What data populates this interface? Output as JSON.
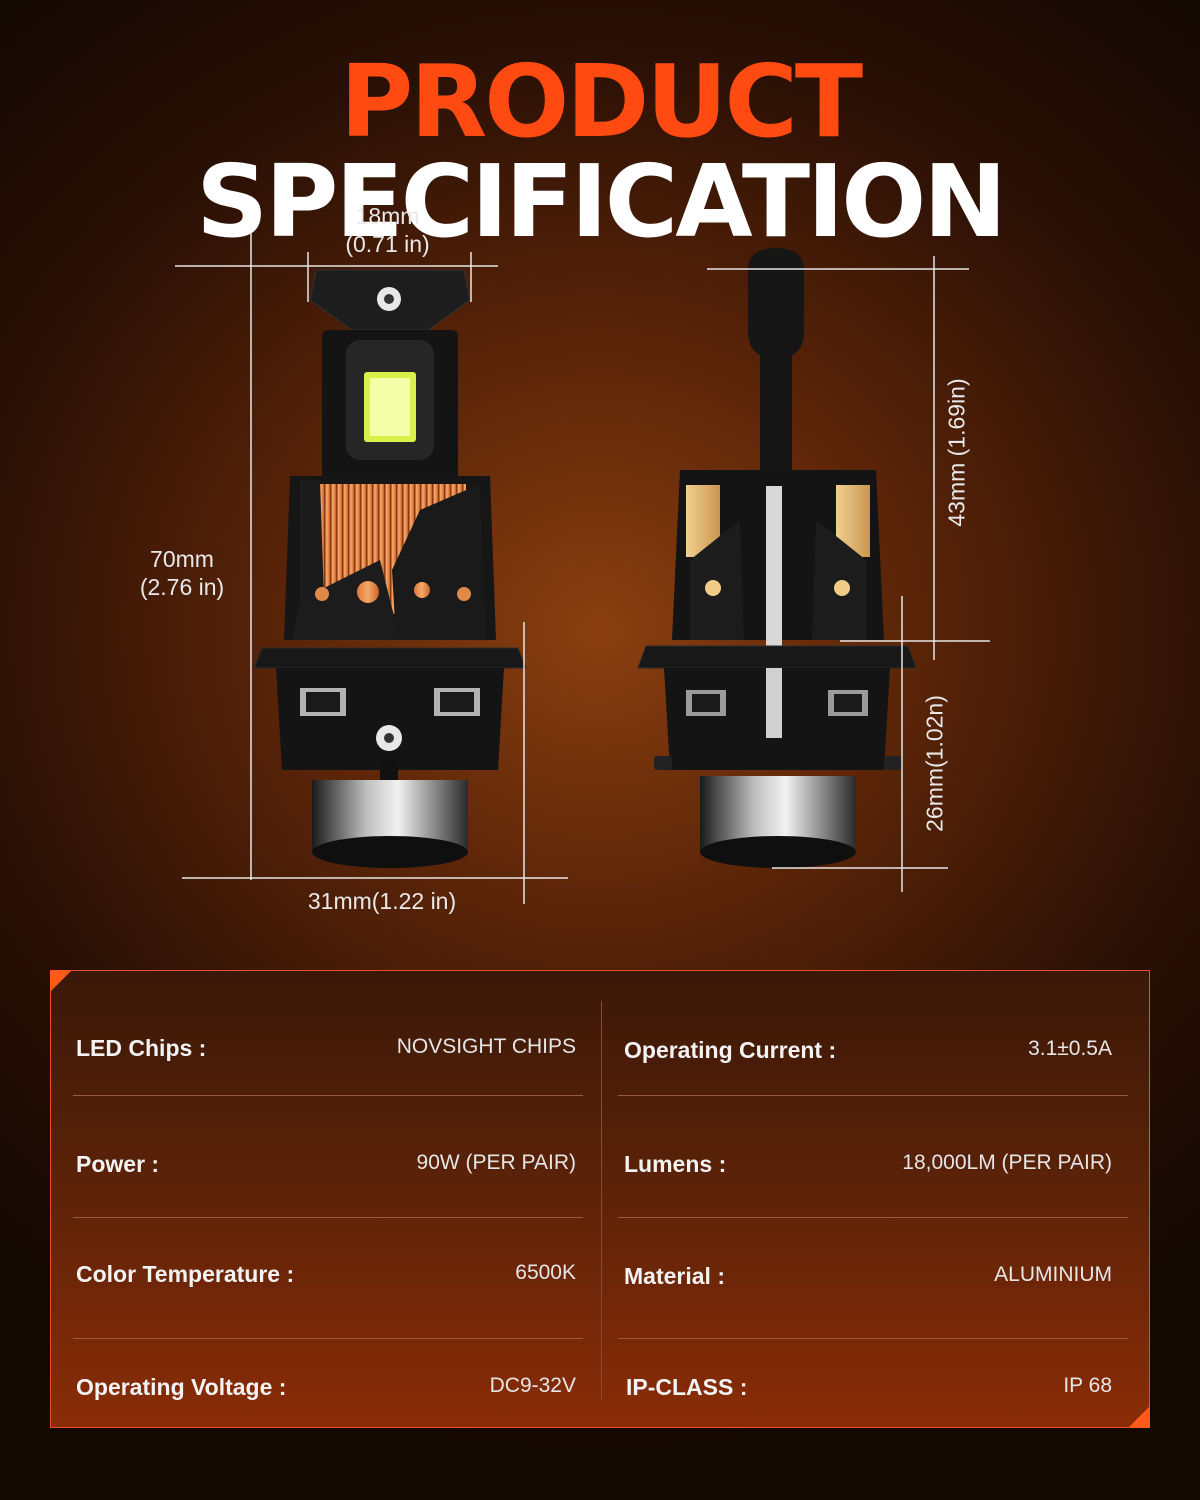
{
  "title": {
    "word1": "PRODUCT",
    "word2": "SPECIFICATION"
  },
  "dimensions": {
    "top_width_mm": "18mm",
    "top_width_in": "(0.71 in)",
    "height_mm": "70mm",
    "height_in": "(2.76 in)",
    "bottom_width": "31mm(1.22 in)",
    "upper_length": "43mm (1.69in)",
    "lower_length": "26mm(1.02n)"
  },
  "specs": {
    "left": [
      {
        "label": "LED Chips :",
        "value": "NOVSIGHT CHIPS"
      },
      {
        "label": "Power :",
        "value": "90W (PER PAIR)"
      },
      {
        "label": "Color Temperature :",
        "value": "6500K"
      },
      {
        "label": "Operating Voltage :",
        "value": "DC9-32V"
      }
    ],
    "right": [
      {
        "label": "Operating Current :",
        "value": "3.1±0.5A"
      },
      {
        "label": "Lumens :",
        "value": "18,000LM (PER PAIR)"
      },
      {
        "label": "Material :",
        "value": "ALUMINIUM"
      },
      {
        "label": "IP-CLASS :",
        "value": "IP 68"
      }
    ]
  },
  "colors": {
    "accent": "#ff4a12",
    "title_white": "#ffffff",
    "panel_border": "#e8501c"
  }
}
